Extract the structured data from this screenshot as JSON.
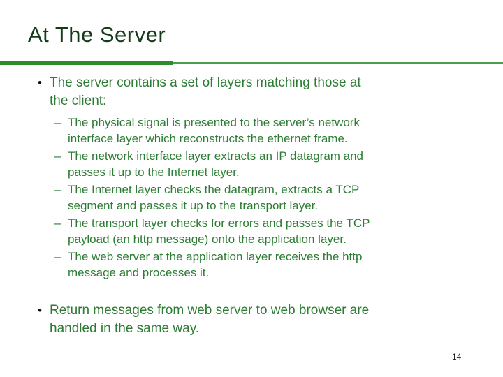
{
  "slide": {
    "title": "At The Server",
    "page_number": "14",
    "colors": {
      "title_text": "#163a1c",
      "body_text": "#2d7c34",
      "rule_thick": "#2e8b2e",
      "rule_thin": "#4f9e4f",
      "level1_marker": "#111111",
      "background": "#ffffff"
    },
    "bullets": {
      "bullet_1": {
        "marker": "•",
        "text": "The server contains a set of layers matching those at\nthe client:",
        "sub_bullets": [
          {
            "marker": "–",
            "text": "The physical signal is presented to the server’s network\ninterface layer which reconstructs the ethernet frame."
          },
          {
            "marker": "–",
            "text": "The network interface layer extracts an IP datagram and\npasses it up to the Internet layer."
          },
          {
            "marker": "–",
            "text": "The Internet layer checks the datagram, extracts a TCP\nsegment and passes it up to the transport layer."
          },
          {
            "marker": "–",
            "text": "The transport layer checks for errors and passes the TCP\npayload (an http message) onto the application layer."
          },
          {
            "marker": "–",
            "text": "The web server at the application layer receives the http\nmessage and processes it."
          }
        ]
      },
      "bullet_2": {
        "marker": "•",
        "text": "Return messages from web server to web browser are\nhandled in the same way."
      }
    }
  }
}
